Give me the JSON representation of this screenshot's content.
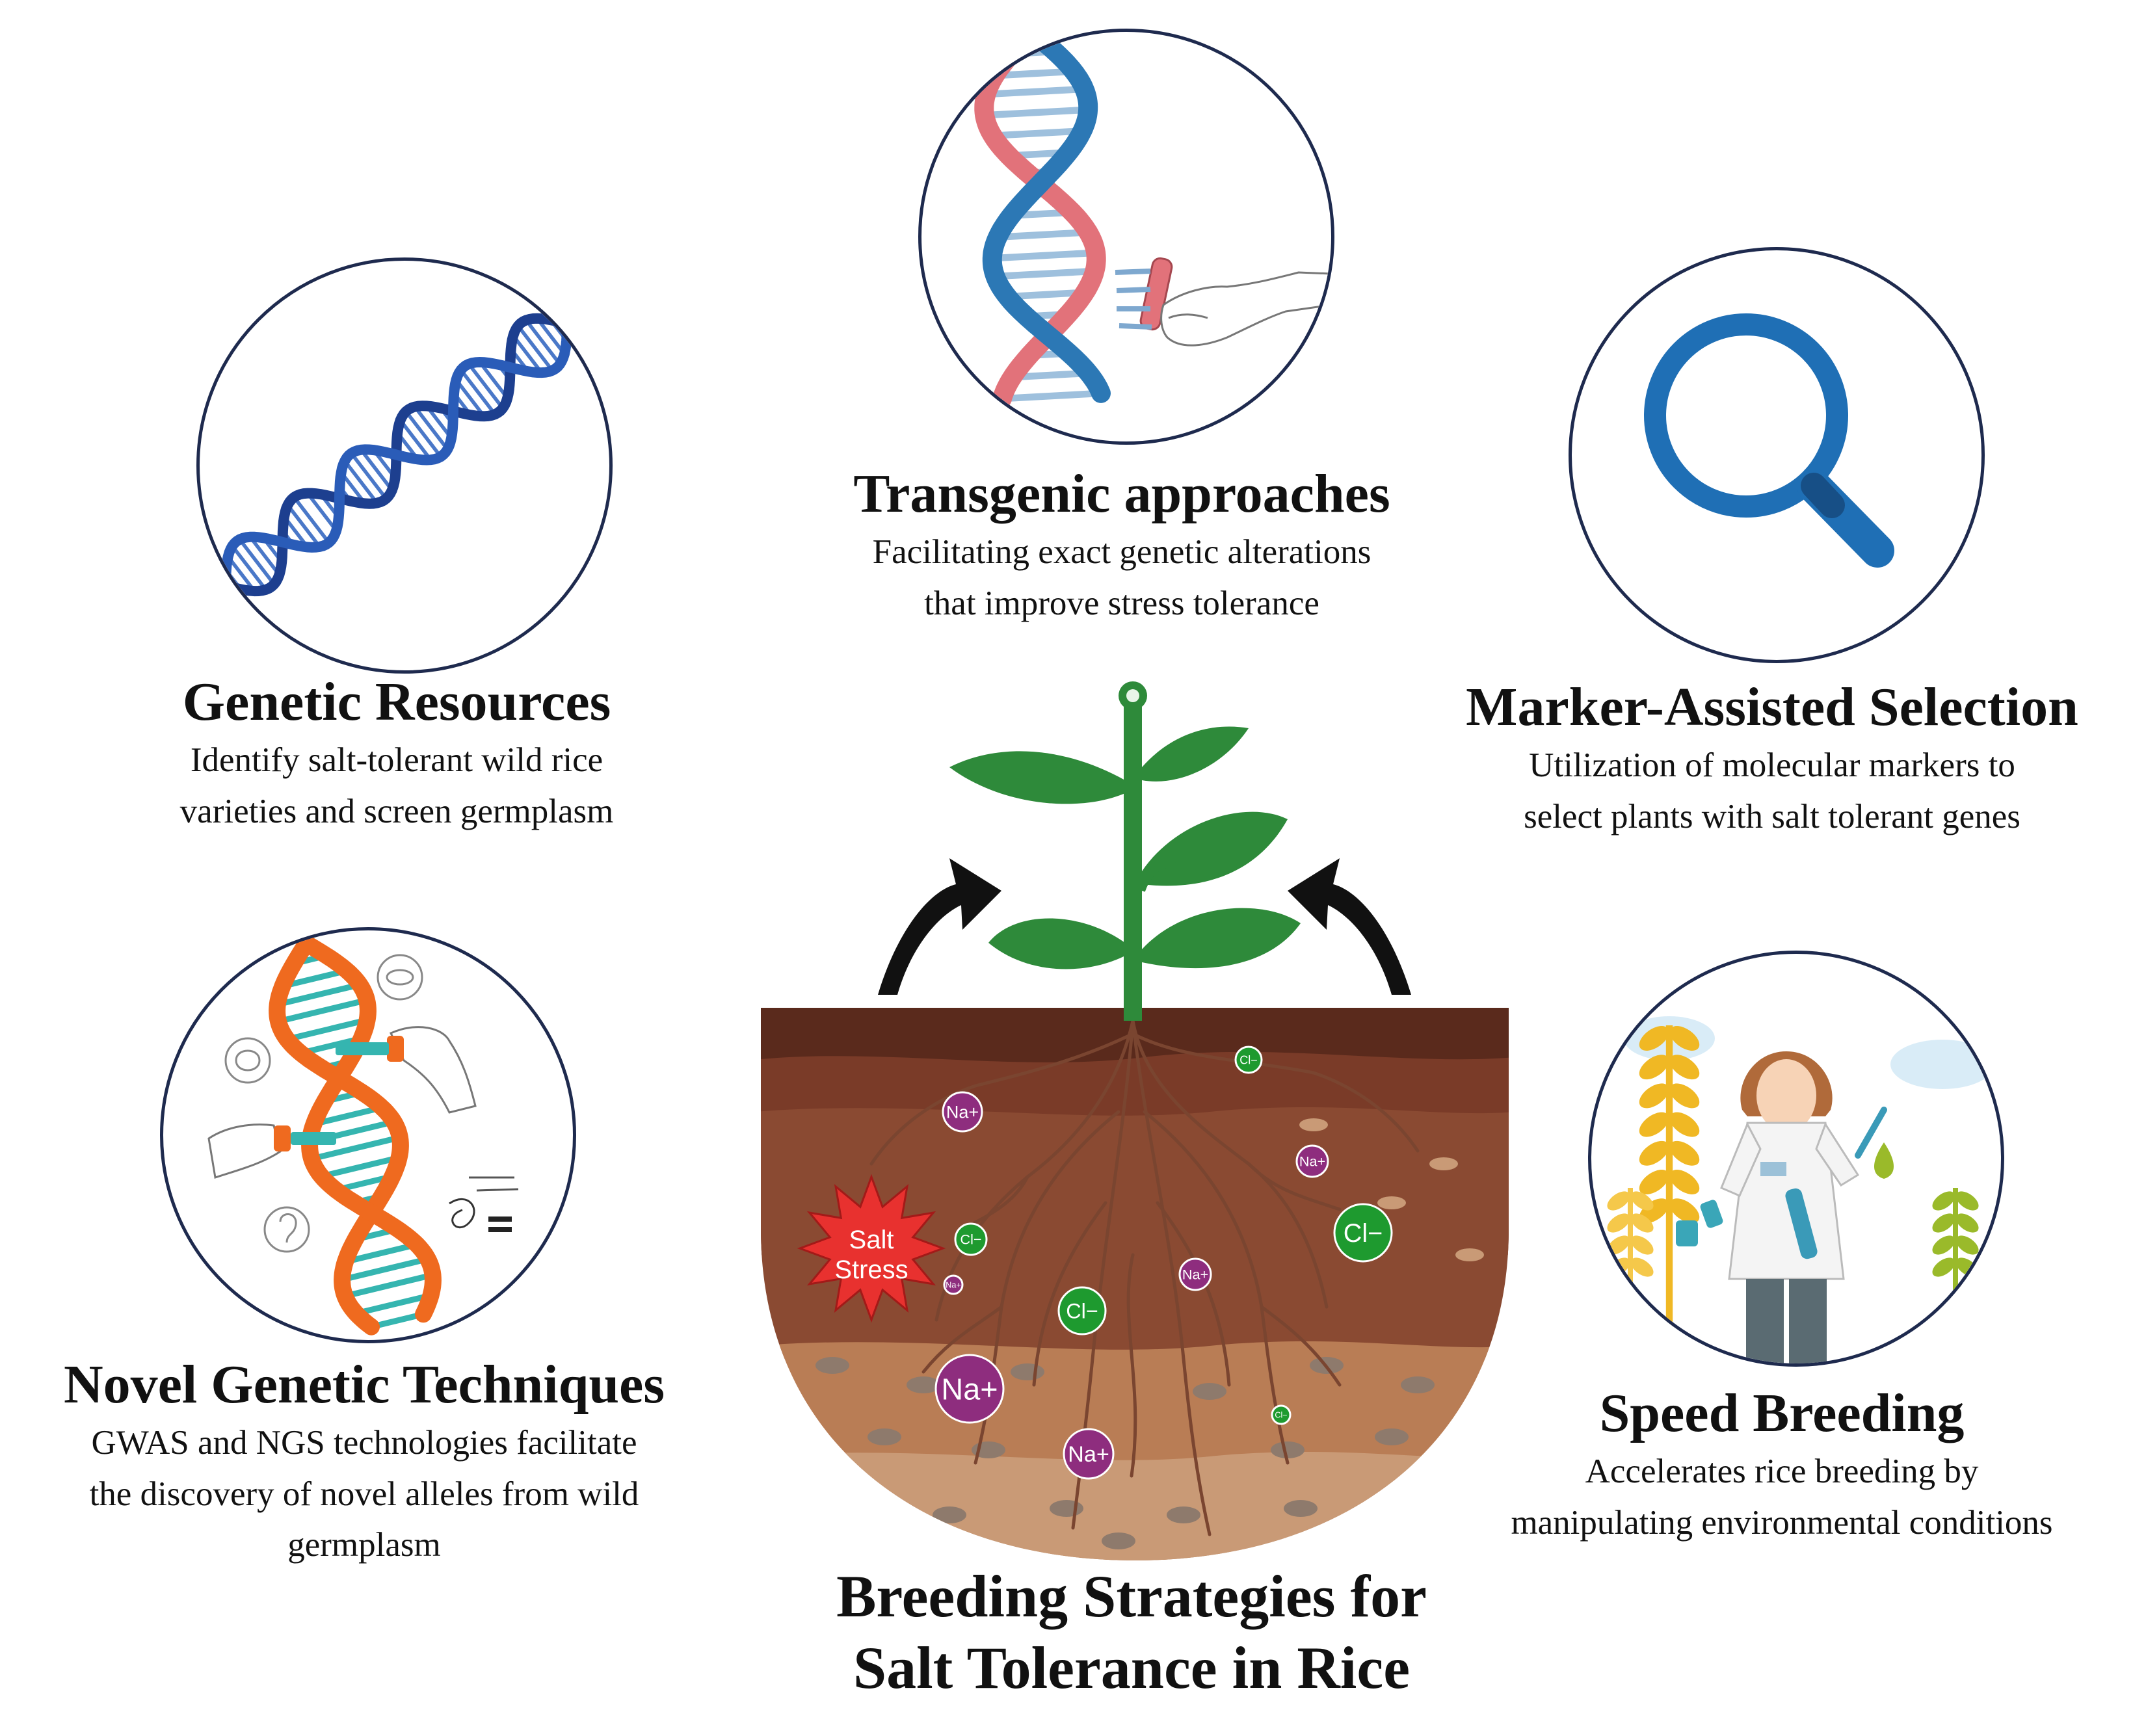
{
  "center_title": {
    "line1": "Breeding Strategies for",
    "line2": "Salt Tolerance in Rice"
  },
  "strategies": {
    "genetic_resources": {
      "title": "Genetic Resources",
      "desc": [
        "Identify  salt-tolerant wild rice",
        "varieties  and screen germplasm"
      ]
    },
    "transgenic": {
      "title": "Transgenic approaches",
      "desc": [
        "Facilitating exact genetic alterations",
        "that improve  stress tolerance"
      ]
    },
    "marker_assisted": {
      "title": "Marker-Assisted Selection",
      "desc": [
        "Utilization of molecular markers to",
        "select plants with salt tolerant genes"
      ]
    },
    "novel_techniques": {
      "title": "Novel Genetic Techniques",
      "desc": [
        "GWAS and NGS technologies facilitate",
        "the discovery  of novel alleles from wild",
        "germplasm"
      ]
    },
    "speed_breeding": {
      "title": "Speed Breeding",
      "desc": [
        "Accelerates rice breeding by",
        "manipulating environmental conditions"
      ]
    }
  },
  "soil": {
    "salt_stress": [
      "Salt",
      "Stress"
    ],
    "ions": {
      "na": "Na+",
      "cl": "Cl−"
    }
  },
  "colors": {
    "circle_border": "#1e2a4e",
    "na_ion": "#8e2d7e",
    "cl_ion": "#1e9a2f",
    "soil_top": "#5a2a1c",
    "soil_mid": "#8a4a32",
    "soil_low": "#b97d55",
    "leaf": "#2e8a3a",
    "salt_star": "#e8312f",
    "magnifier": "#1f6fb5",
    "dna_blue": "#2c78b5",
    "dna_red": "#e2727a",
    "dna_orange": "#ef6a1f",
    "dna_teal": "#35b5b0"
  },
  "icons": [
    "dna-helix-icon",
    "dna-editing-icon",
    "magnifying-glass-icon",
    "crispr-scissors-icon",
    "scientist-icon",
    "wheat-icon",
    "salt-star-icon",
    "plant-icon",
    "arrow-up-icon"
  ]
}
